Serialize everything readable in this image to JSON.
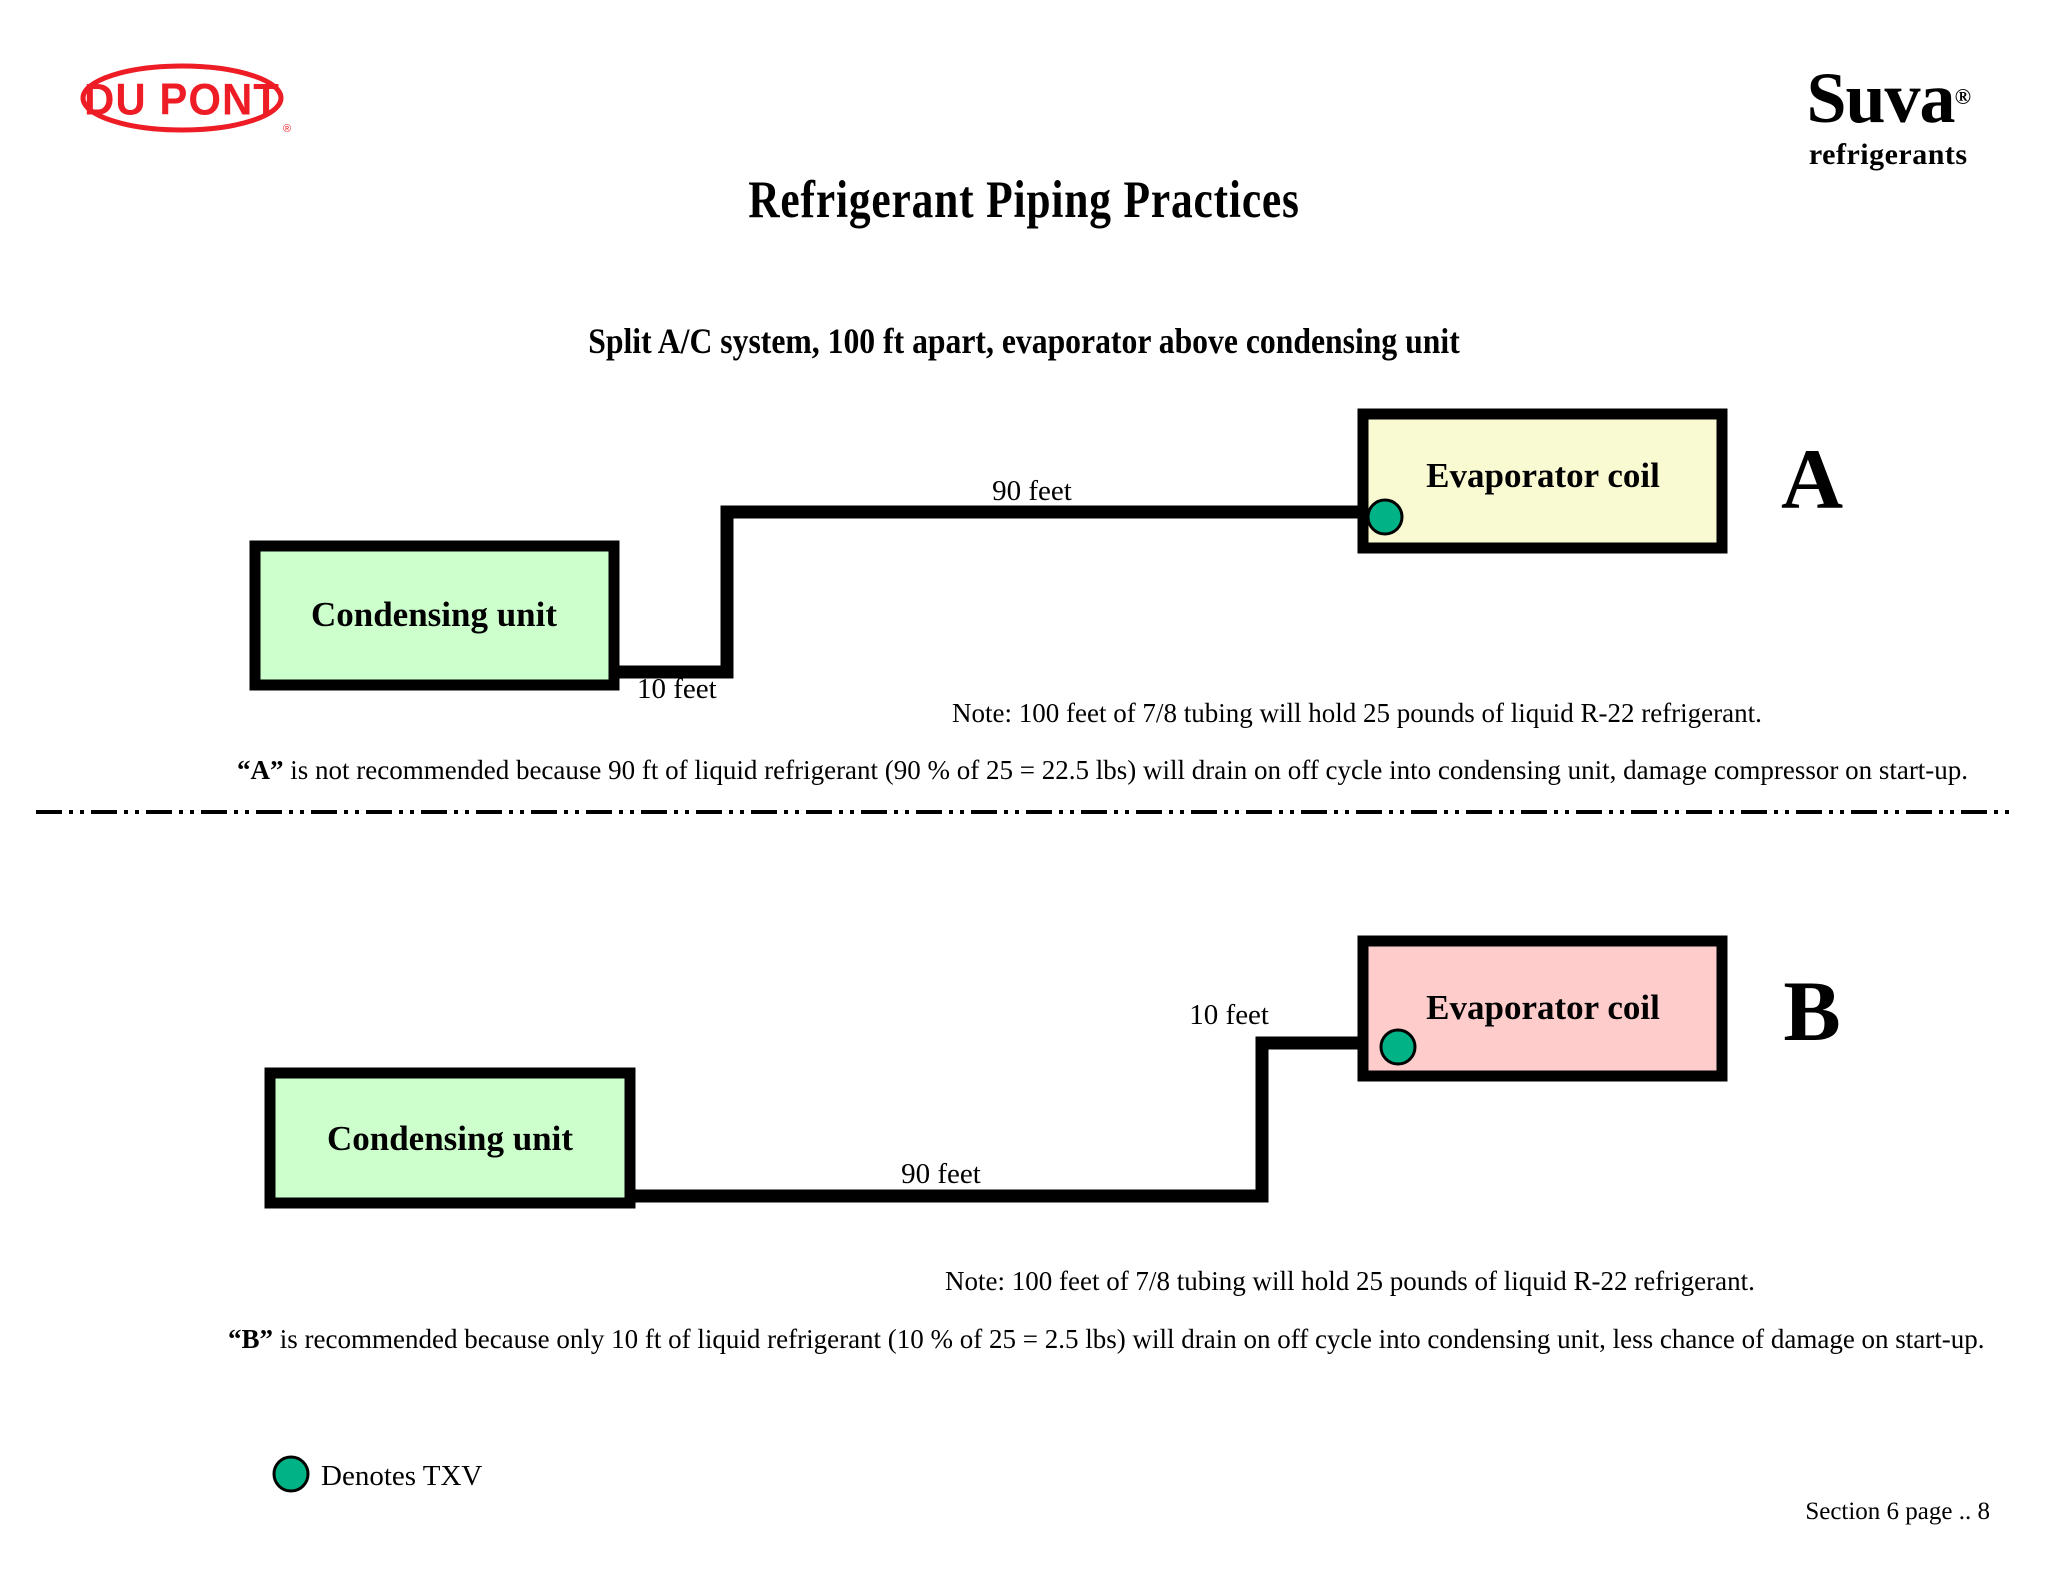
{
  "header": {
    "brand_logo": "dupont-logo",
    "brand_name": "DU PONT",
    "brand_registered": "®",
    "product_logo": "suva-logo",
    "product_name": "Suva",
    "product_reg": "®",
    "product_subtitle": "refrigerants",
    "brand_color": "#EE1C25"
  },
  "title": "Refrigerant  Piping  Practices",
  "subtitle": "Split A/C system, 100 ft apart, evaporator above condensing unit",
  "colors": {
    "condensing_unit_fill": "#CCFFCC",
    "evaporator_a_fill": "#FAFAD2",
    "evaporator_b_fill": "#FFCCCC",
    "txv_fill": "#00B386",
    "pipe": "#000000",
    "border": "#000000"
  },
  "panels": [
    {
      "letter": "A",
      "condensing_unit_label": "Condensing unit",
      "evaporator_label": "Evaporator coil",
      "segment_vertical_label": "10 feet",
      "segment_horizontal_label": "90 feet",
      "note": "Note: 100 feet of 7/8 tubing will hold 25 pounds of liquid R-22 refrigerant.",
      "caption_lead": "“A”",
      "caption_rest": " is not recommended because 90 ft of liquid refrigerant (90 %  of  25  =  22.5 lbs) will drain on off cycle into condensing unit, damage compressor on start-up."
    },
    {
      "letter": "B",
      "condensing_unit_label": "Condensing unit",
      "evaporator_label": "Evaporator coil",
      "segment_vertical_label": "10 feet",
      "segment_horizontal_label": "90 feet",
      "note": "Note: 100 feet of 7/8 tubing will hold 25 pounds of liquid R-22 refrigerant.",
      "caption_lead": "“B”",
      "caption_rest": " is recommended because only 10 ft of liquid refrigerant (10 %  of  25  =  2.5 lbs) will drain on off cycle into condensing unit, less chance of damage on start-up."
    }
  ],
  "legend": {
    "marker": "txv-marker",
    "label": "Denotes TXV"
  },
  "footer": "Section 6  page  .. 8"
}
